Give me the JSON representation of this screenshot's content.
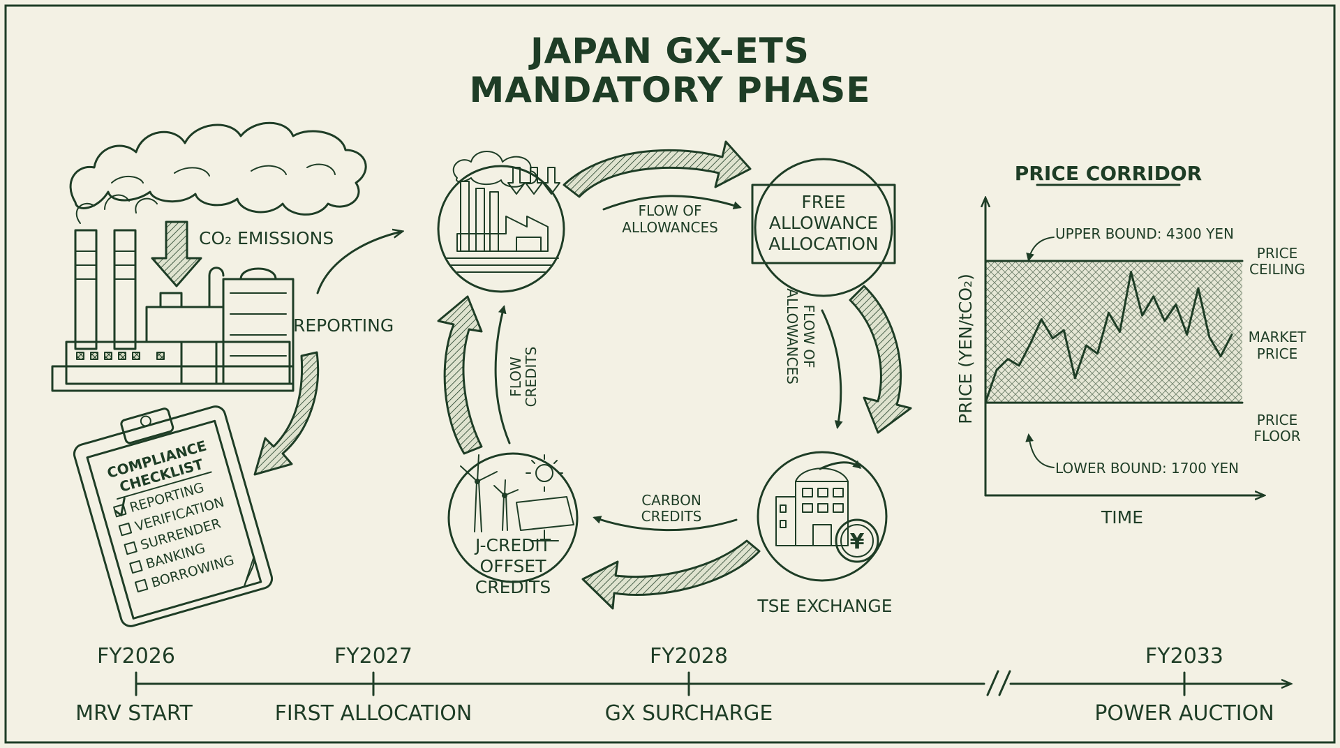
{
  "title": {
    "line1": "JAPAN GX-ETS",
    "line2": "MANDATORY PHASE"
  },
  "factory": {
    "emissions_label": "CO₂ EMISSIONS",
    "reporting_label": "REPORTING"
  },
  "checklist": {
    "title_line1": "COMPLIANCE",
    "title_line2": "CHECKLIST",
    "items": [
      {
        "label": "REPORTING",
        "checked": true
      },
      {
        "label": "VERIFICATION",
        "checked": false
      },
      {
        "label": "SURRENDER",
        "checked": false
      },
      {
        "label": "BANKING",
        "checked": false
      },
      {
        "label": "BORROWING",
        "checked": false
      }
    ]
  },
  "cycle": {
    "free_allocation": [
      "FREE",
      "ALLOWANCE",
      "ALLOCATION"
    ],
    "flow_top": [
      "FLOW OF",
      "ALLOWANCES"
    ],
    "flow_right": [
      "FLOW OF",
      "ALLOWANCES"
    ],
    "flow_left": [
      "FLOW",
      "CREDITS"
    ],
    "carbon_credits": [
      "CARBON",
      "CREDITS"
    ],
    "jcredit": [
      "J-CREDIT",
      "OFFSET",
      "CREDITS"
    ],
    "exchange_label": "TSE EXCHANGE",
    "yen_symbol": "¥"
  },
  "price_corridor": {
    "title": "PRICE CORRIDOR",
    "ylabel": "PRICE (YEN/tCO₂)",
    "xlabel": "TIME",
    "upper_bound": "UPPER BOUND: 4300 YEN",
    "lower_bound": "LOWER BOUND: 1700 YEN",
    "ceiling": [
      "PRICE",
      "CEILING"
    ],
    "market": [
      "MARKET",
      "PRICE"
    ],
    "floor": [
      "PRICE",
      "FLOOR"
    ]
  },
  "chart_data": {
    "type": "line",
    "title": "PRICE CORRIDOR",
    "xlabel": "TIME",
    "ylabel": "PRICE (YEN/tCO₂)",
    "ceiling": 4300,
    "floor": 1700,
    "ylim": [
      0,
      5400
    ],
    "series": [
      {
        "name": "MARKET PRICE",
        "values": [
          1700,
          2300,
          2500,
          2380,
          2780,
          3230,
          2880,
          3030,
          2150,
          2750,
          2600,
          3350,
          3000,
          4100,
          3300,
          3650,
          3200,
          3500,
          2950,
          3800,
          2900,
          2550,
          2950
        ]
      }
    ]
  },
  "timeline": {
    "events": [
      {
        "year": "FY2026",
        "label": "MRV START"
      },
      {
        "year": "FY2027",
        "label": "FIRST ALLOCATION"
      },
      {
        "year": "FY2028",
        "label": "GX SURCHARGE"
      },
      {
        "year": "FY2033",
        "label": "POWER AUCTION"
      }
    ]
  },
  "colors": {
    "ink": "#1e3d26",
    "paper": "#f3f1e4"
  }
}
